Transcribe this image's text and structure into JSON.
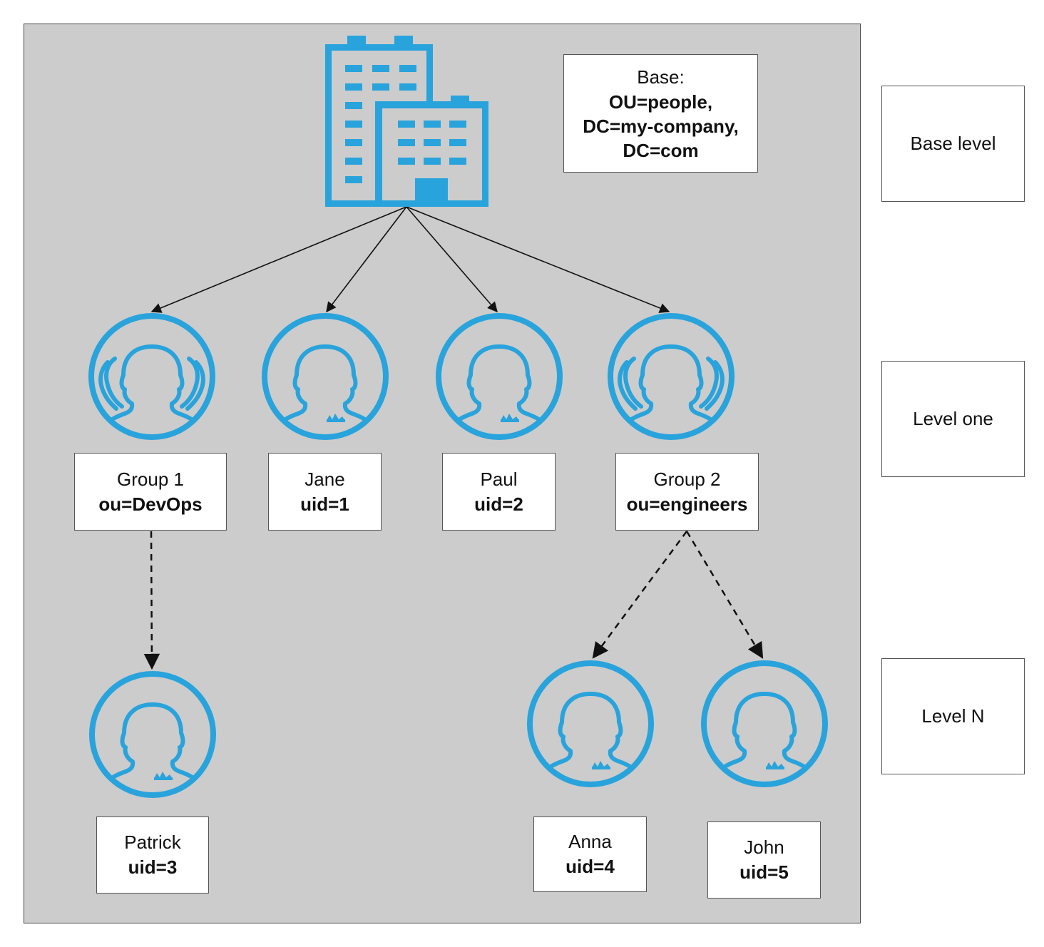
{
  "diagram": {
    "base_box": {
      "line1": "Base:",
      "line2": "OU=people,",
      "line3": "DC=my-company,",
      "line4": "DC=com"
    },
    "levels": [
      "Base level",
      "Level one",
      "Level N"
    ],
    "nodes": [
      {
        "id": "group1",
        "icon": "group-icon",
        "line1": "Group 1",
        "line2": "ou=DevOps"
      },
      {
        "id": "jane",
        "icon": "user-icon",
        "line1": "Jane",
        "line2": "uid=1"
      },
      {
        "id": "paul",
        "icon": "user-icon",
        "line1": "Paul",
        "line2": "uid=2"
      },
      {
        "id": "group2",
        "icon": "group-icon",
        "line1": "Group 2",
        "line2": "ou=engineers"
      },
      {
        "id": "patrick",
        "icon": "user-icon",
        "line1": "Patrick",
        "line2": "uid=3"
      },
      {
        "id": "anna",
        "icon": "user-icon",
        "line1": "Anna",
        "line2": "uid=4"
      },
      {
        "id": "john",
        "icon": "user-icon",
        "line1": "John",
        "line2": "uid=5"
      }
    ],
    "root_icon": "office-building-icon",
    "edges": [
      {
        "from": "root",
        "to": "group1",
        "style": "solid"
      },
      {
        "from": "root",
        "to": "jane",
        "style": "solid"
      },
      {
        "from": "root",
        "to": "paul",
        "style": "solid"
      },
      {
        "from": "root",
        "to": "group2",
        "style": "solid"
      },
      {
        "from": "group1",
        "to": "patrick",
        "style": "dashed"
      },
      {
        "from": "group2",
        "to": "anna",
        "style": "dashed"
      },
      {
        "from": "group2",
        "to": "john",
        "style": "dashed"
      }
    ],
    "colors": {
      "icon": "#29a3dc",
      "panel": "#cccccc",
      "border": "#555555"
    }
  }
}
